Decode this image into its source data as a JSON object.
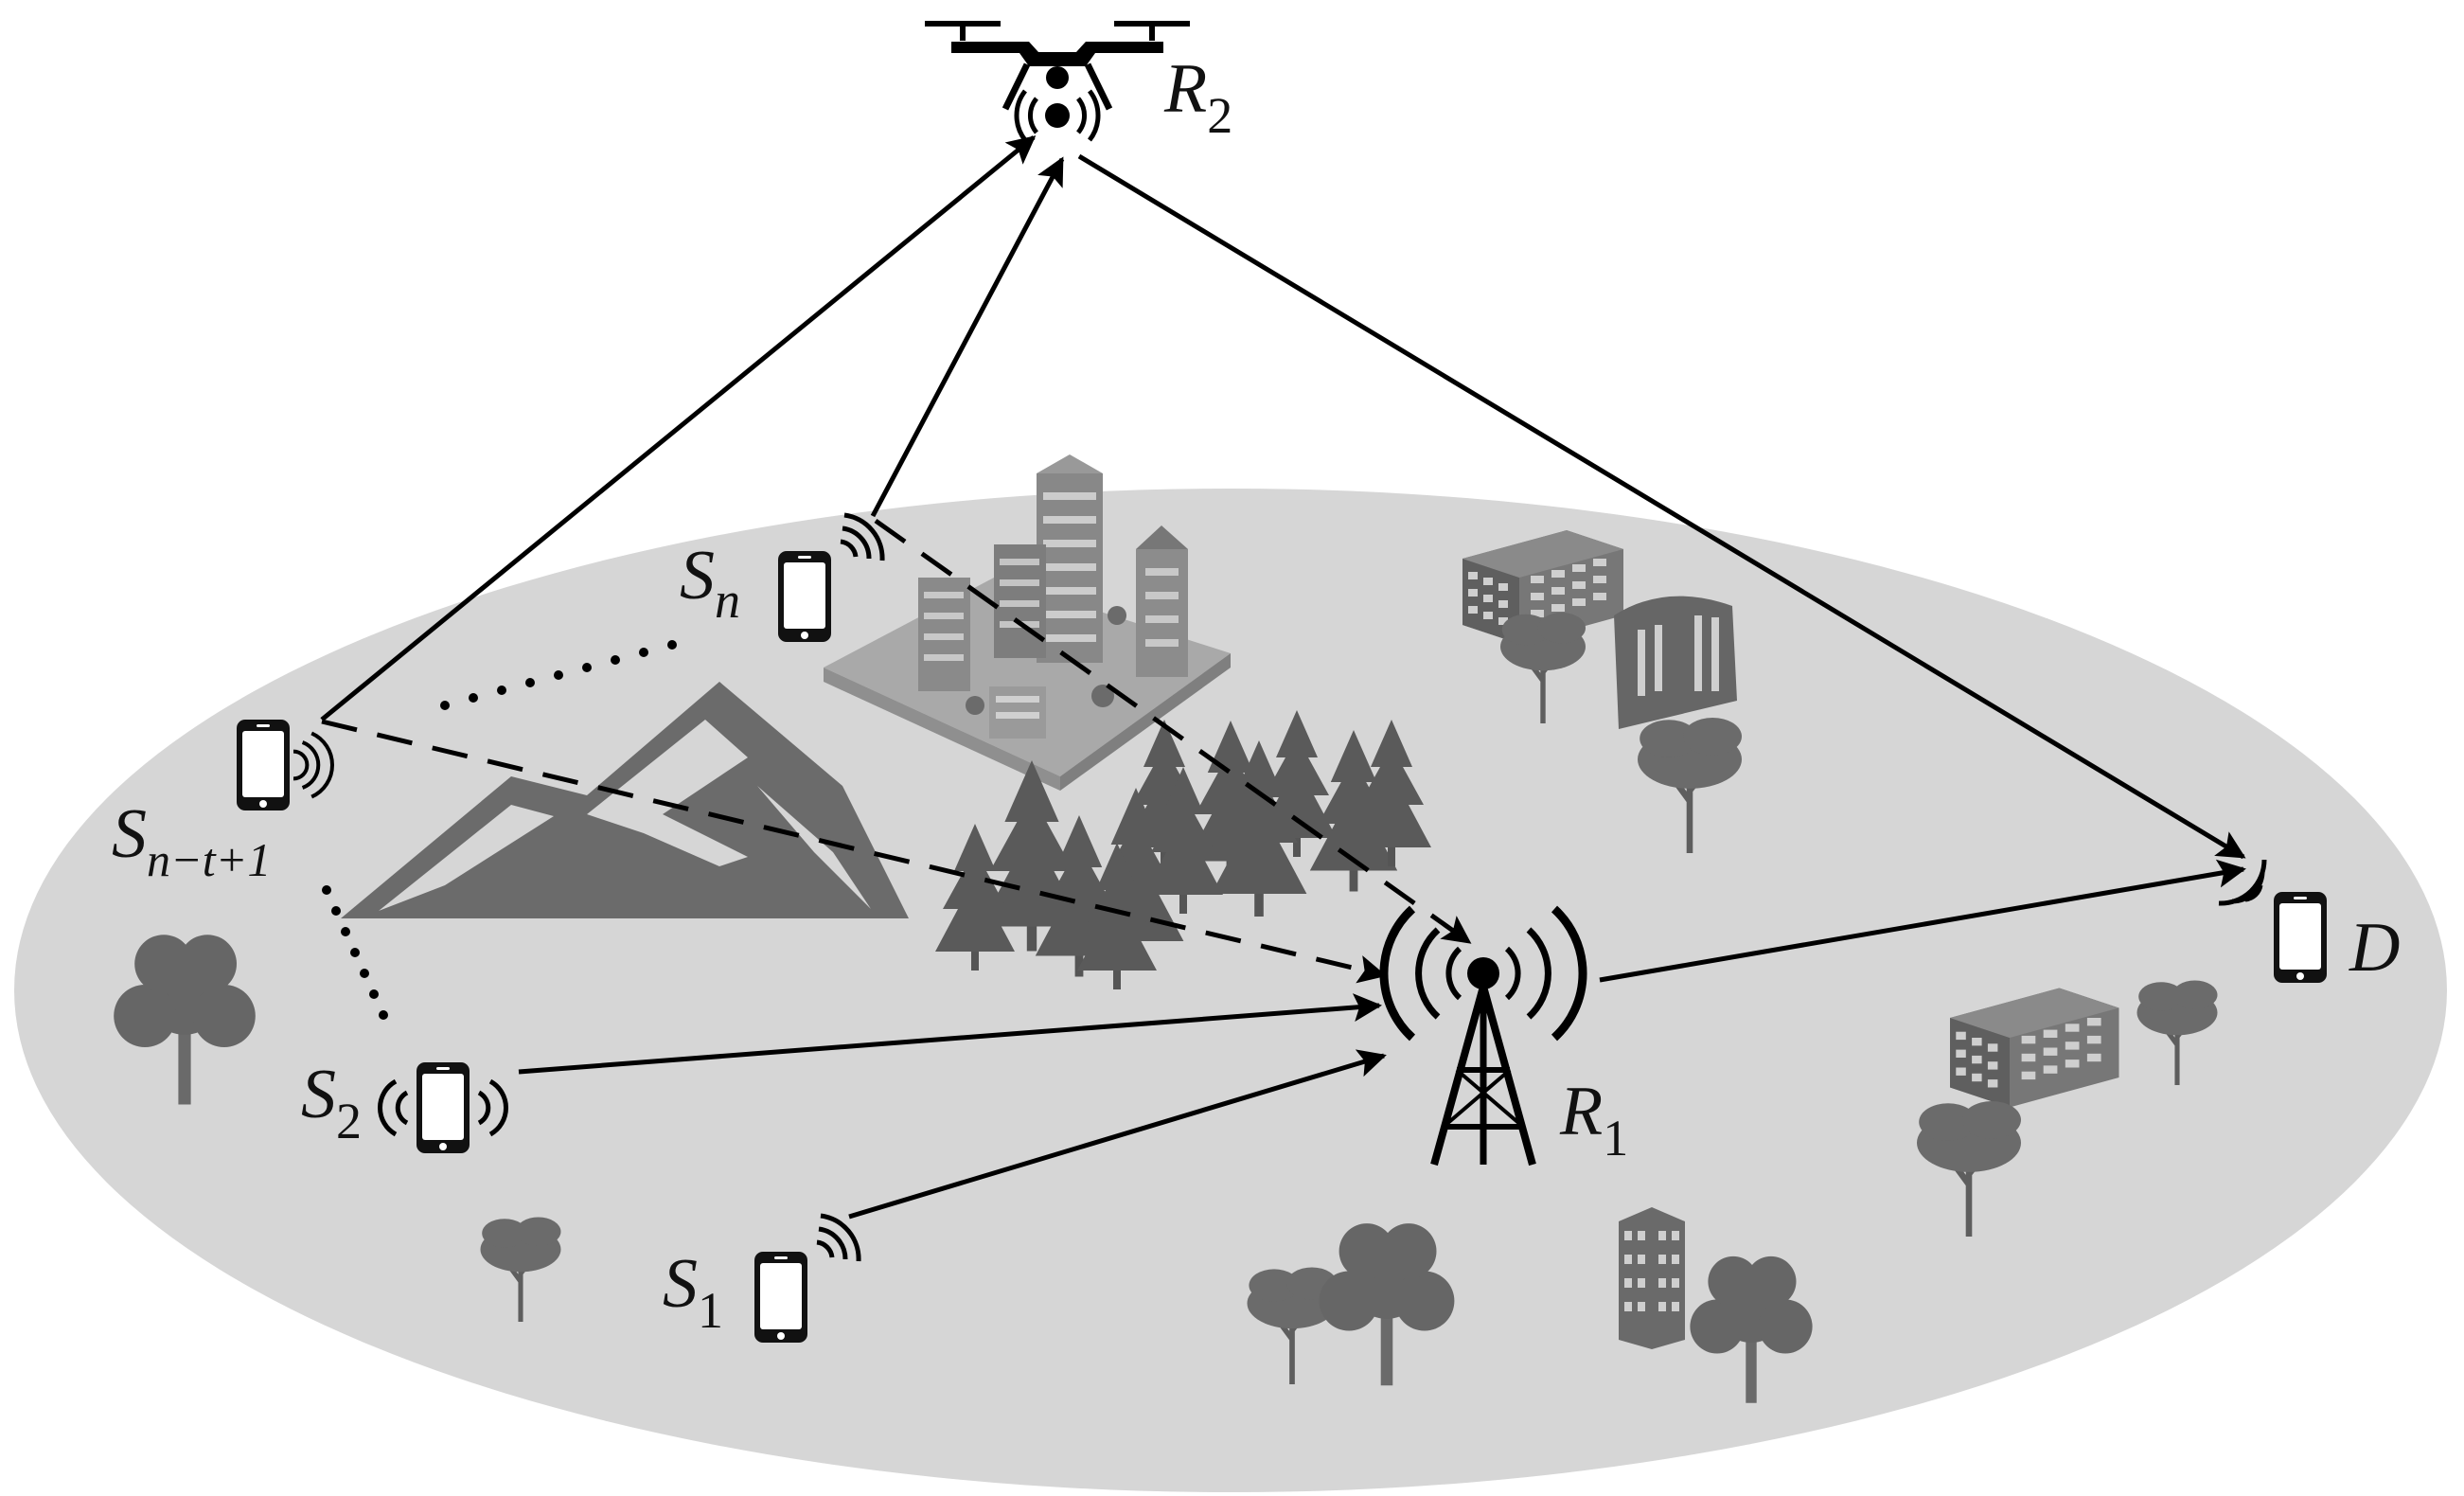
{
  "nodes": {
    "r2": {
      "main": "R",
      "sub": "2"
    },
    "r1": {
      "main": "R",
      "sub": "1"
    },
    "d": {
      "main": "D",
      "sub": ""
    },
    "sn": {
      "main": "S",
      "sub": "n"
    },
    "snt": {
      "main": "S",
      "sub": "n−t+1"
    },
    "s2": {
      "main": "S",
      "sub": "2"
    },
    "s1": {
      "main": "S",
      "sub": "1"
    }
  },
  "links": [
    {
      "from": "S_n-t+1",
      "to": "R_2",
      "style": "solid"
    },
    {
      "from": "S_n",
      "to": "R_2",
      "style": "solid"
    },
    {
      "from": "R_2",
      "to": "D",
      "style": "solid"
    },
    {
      "from": "S_n-t+1",
      "to": "R_1",
      "style": "dashed"
    },
    {
      "from": "S_n",
      "to": "R_1",
      "style": "dashed"
    },
    {
      "from": "S_2",
      "to": "R_1",
      "style": "solid"
    },
    {
      "from": "S_1",
      "to": "R_1",
      "style": "solid"
    },
    {
      "from": "R_1",
      "to": "D",
      "style": "solid"
    }
  ],
  "icons": {
    "uav": "drone-icon",
    "base_station": "tower-icon",
    "phone": "phone-icon",
    "tree": "tree-icon",
    "building": "building-icon",
    "mountain": "mountain-icon",
    "city": "city-icon",
    "forest": "forest-icon"
  },
  "colors": {
    "ground": "#d6d6d6",
    "foliage": "#666666",
    "line": "#000000"
  }
}
